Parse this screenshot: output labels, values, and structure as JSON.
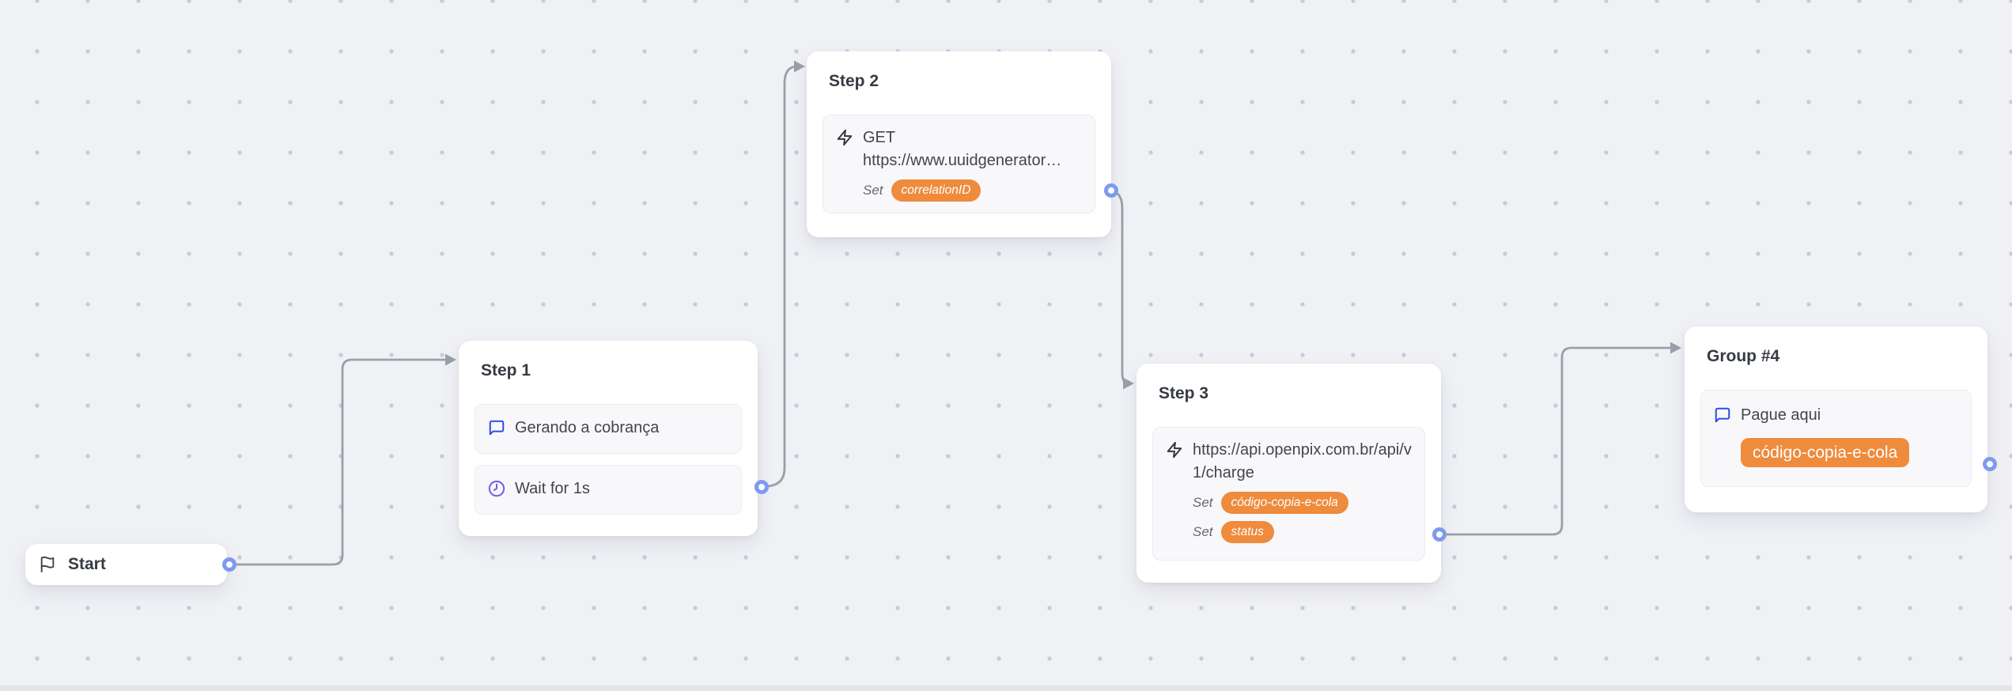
{
  "colors": {
    "background": "#f0f1f5",
    "grid_dot": "#c6cbda",
    "card": "#ffffff",
    "accent_orange": "#ee8b3d",
    "edge_gray": "#9aa0a9",
    "port_blue": "#7d9af0",
    "icon_blue": "#2d4fe0",
    "icon_purple": "#7a5ce0",
    "text_dark": "#363b42"
  },
  "labels": {
    "set": "Set"
  },
  "nodes": {
    "start": {
      "title": "Start",
      "icon": "flag-icon"
    },
    "step1": {
      "title": "Step 1",
      "items": [
        {
          "icon": "message-icon",
          "label": "Gerando a cobrança"
        },
        {
          "icon": "clock-icon",
          "label": "Wait for 1s"
        }
      ]
    },
    "step2": {
      "title": "Step 2",
      "request": {
        "icon": "zap-icon",
        "method": "GET",
        "url": "https://www.uuidgenerator…",
        "sets": [
          {
            "variable": "correlationID"
          }
        ]
      }
    },
    "step3": {
      "title": "Step 3",
      "request": {
        "icon": "zap-icon",
        "url": "https://api.openpix.com.br/api/v1/charge",
        "sets": [
          {
            "variable": "código-copia-e-cola"
          },
          {
            "variable": "status"
          }
        ]
      }
    },
    "group4": {
      "title": "Group #4",
      "message": {
        "icon": "message-icon",
        "label": "Pague aqui"
      },
      "button": "código-copia-e-cola"
    }
  },
  "connections": [
    {
      "from": "start",
      "to": "step1"
    },
    {
      "from": "step1",
      "to": "step2"
    },
    {
      "from": "step2",
      "to": "step3"
    },
    {
      "from": "step3",
      "to": "group4"
    }
  ]
}
